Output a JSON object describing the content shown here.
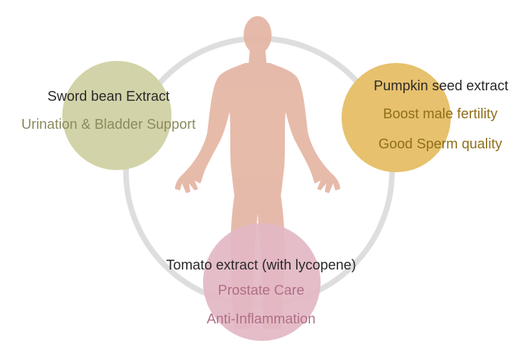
{
  "colors": {
    "ring": "#dedede",
    "body": "#e4b5a3",
    "sword_circle": "#d2d3a8",
    "pumpkin_circle": "#e7c16d",
    "tomato_circle": "#e3b8c5"
  },
  "icons": {
    "body": "human-body-silhouette-icon"
  },
  "sword": {
    "name": "Sword bean Extract",
    "benefits": [
      "Urination & Bladder Support"
    ]
  },
  "pumpkin": {
    "name": "Pumpkin seed extract",
    "benefits": [
      "Boost male fertility",
      "Good Sperm quality"
    ]
  },
  "tomato": {
    "name": "Tomato extract (with lycopene)",
    "benefits": [
      "Prostate Care",
      "Anti-Inflammation"
    ]
  }
}
